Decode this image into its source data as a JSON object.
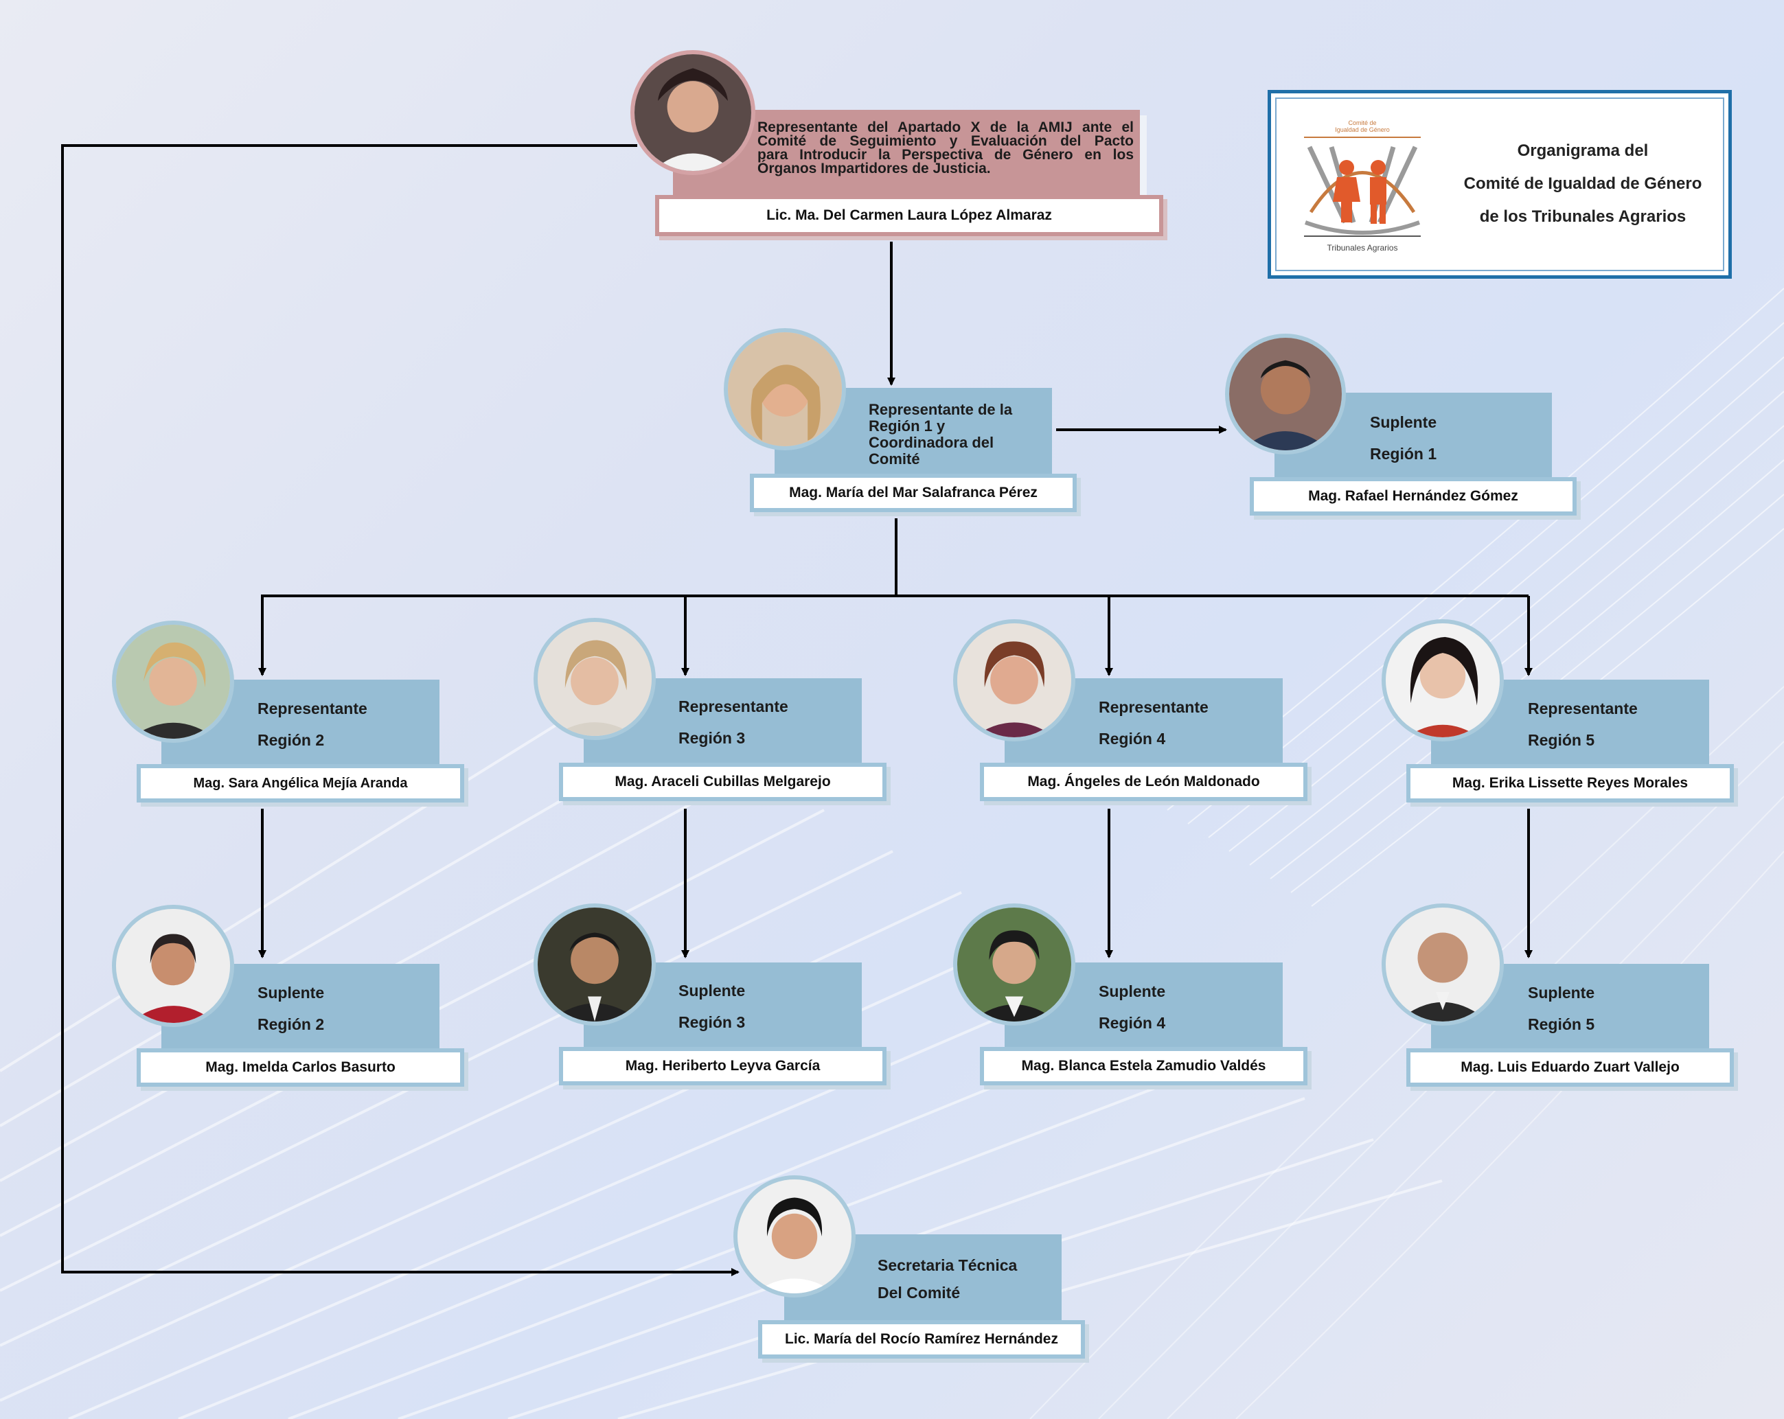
{
  "title_box": {
    "lines": [
      "Organigrama del",
      "Comité de Igualdad de Género",
      "de los Tribunales Agrarios"
    ],
    "logo": {
      "top_lines": [
        "Comité de",
        "Igualdad de Género"
      ],
      "bottom": "Tribunales Agrarios"
    }
  },
  "top": {
    "role": [
      "Representante del Apartado X de la AMIJ ante el",
      "Comité de Seguimiento y Evaluación del Pacto",
      "para Introducir la Perspectiva de Género en los",
      "Órganos Impartidores de Justicia."
    ],
    "name": "Lic. Ma. Del Carmen Laura López Almaraz"
  },
  "coord": {
    "role": [
      "Representante de la",
      "Región 1 y",
      "Coordinadora del",
      "Comité"
    ],
    "name": "Mag. María del Mar Salafranca Pérez"
  },
  "sup1": {
    "role": [
      "Suplente",
      "Región 1"
    ],
    "name": "Mag. Rafael Hernández Gómez"
  },
  "reps": [
    {
      "role": [
        "Representante",
        "Región 2"
      ],
      "name": "Mag. Sara Angélica Mejía Aranda"
    },
    {
      "role": [
        "Representante",
        "Región 3"
      ],
      "name": "Mag. Araceli Cubillas Melgarejo"
    },
    {
      "role": [
        "Representante",
        "Región 4"
      ],
      "name": "Mag. Ángeles de León Maldonado"
    },
    {
      "role": [
        "Representante",
        "Región 5"
      ],
      "name": "Mag. Erika Lissette Reyes Morales"
    }
  ],
  "sups": [
    {
      "role": [
        "Suplente",
        "Región 2"
      ],
      "name": "Mag. Imelda Carlos Basurto"
    },
    {
      "role": [
        "Suplente",
        "Región 3"
      ],
      "name": "Mag. Heriberto Leyva García"
    },
    {
      "role": [
        "Suplente",
        "Región 4"
      ],
      "name": "Mag. Blanca Estela Zamudio Valdés"
    },
    {
      "role": [
        "Suplente",
        "Región 5"
      ],
      "name": "Mag. Luis Eduardo Zuart Vallejo"
    }
  ],
  "secretary": {
    "role": [
      "Secretaria Técnica",
      "Del Comité"
    ],
    "name": "Lic. María del Rocío Ramírez Hernández"
  }
}
